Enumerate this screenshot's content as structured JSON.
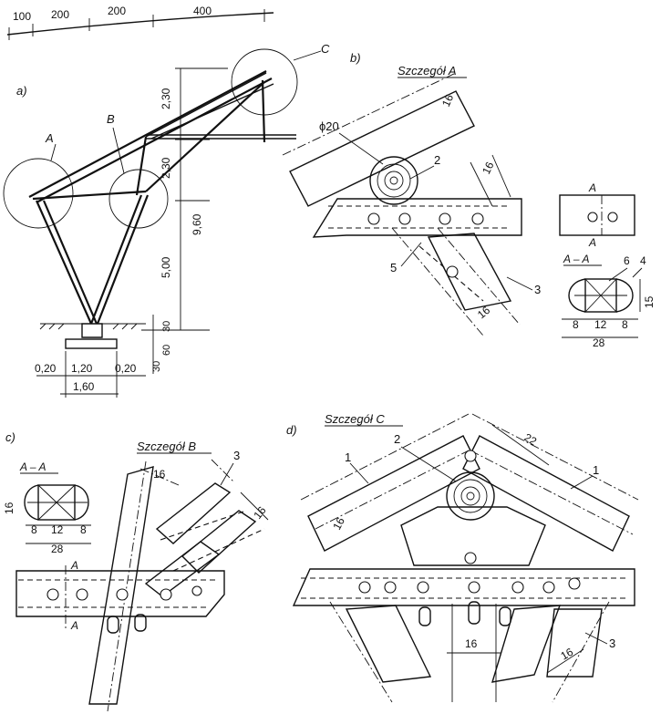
{
  "labels": {
    "scale_100": "100",
    "scale_200a": "200",
    "scale_200b": "200",
    "scale_400": "400",
    "part_a": "a)",
    "part_b": "b)",
    "part_c": "c)",
    "part_d": "d)",
    "circle_A": "A",
    "circle_B": "B",
    "circle_C": "C",
    "dim_230a": "2,30",
    "dim_230b": "2,30",
    "dim_960": "9,60",
    "dim_500": "5,00",
    "dim_30a": "30",
    "dim_60": "60",
    "dim_30b": "30",
    "dim_020a": "0,20",
    "dim_120": "1,20",
    "dim_020b": "0,20",
    "dim_160": "1,60",
    "title_A": "Szczegół A",
    "title_B": "Szczegół B",
    "title_C": "Szczegół C",
    "phi20": "ϕ20",
    "b_16a": "16",
    "b_16b": "16",
    "b_16c": "16",
    "b_n2": "2",
    "b_n3": "3",
    "b_n5": "5",
    "b_n4": "4",
    "b_n6": "6",
    "b_secA_top": "A",
    "b_secA_bot": "A",
    "b_secAA": "A – A",
    "b_8a": "8",
    "b_12": "12",
    "b_8b": "8",
    "b_28": "28",
    "b_15": "15",
    "c_secAA": "A – A",
    "c_16h": "16",
    "c_8a": "8",
    "c_12": "12",
    "c_8b": "8",
    "c_28": "28",
    "c_16a": "16",
    "c_16b": "16",
    "c_n3": "3",
    "c_Atop": "A",
    "c_Abot": "A",
    "d_n1a": "1",
    "d_n2": "2",
    "d_n1b": "1",
    "d_22": "22",
    "d_16a": "16",
    "d_16b": "16",
    "d_16c": "16",
    "d_n3": "3"
  }
}
